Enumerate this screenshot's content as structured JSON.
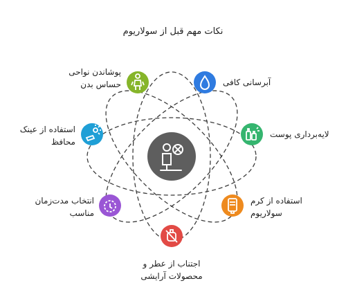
{
  "title": "نکات مهم قبل از سولاریوم",
  "center": {
    "icon": "person-and-prohibited-sign-icon",
    "color": "#5e5e5e"
  },
  "ring": {
    "stroke": "#3c3c3c"
  },
  "items": [
    {
      "key": "water",
      "lines": [
        "آبرسانی کافی"
      ],
      "icon": "water-drop-icon",
      "color": "#2f7be0"
    },
    {
      "key": "exfoliate",
      "lines": [
        "لایه‌برداری پوست"
      ],
      "icon": "skincare-bottles-icon",
      "color": "#35b56f"
    },
    {
      "key": "cream",
      "lines": [
        "استفاده از کرم",
        "سولاریوم"
      ],
      "icon": "cream-tube-icon",
      "color": "#ee8a1e"
    },
    {
      "key": "perfume",
      "lines": [
        "اجتناب از عطر و",
        "محصولات آرایشی"
      ],
      "icon": "no-perfume-icon",
      "color": "#e24a45"
    },
    {
      "key": "duration",
      "lines": [
        "انتخاب مدت‌زمان",
        "مناسب"
      ],
      "icon": "timer-icon",
      "color": "#9a56d5"
    },
    {
      "key": "goggles",
      "lines": [
        "استفاده از عینک",
        "محافظ"
      ],
      "icon": "sun-goggles-icon",
      "color": "#1f9fd6"
    },
    {
      "key": "cover",
      "lines": [
        "پوشاندن نواحی",
        "حساس بدن"
      ],
      "icon": "covered-body-icon",
      "color": "#86b52a"
    }
  ]
}
